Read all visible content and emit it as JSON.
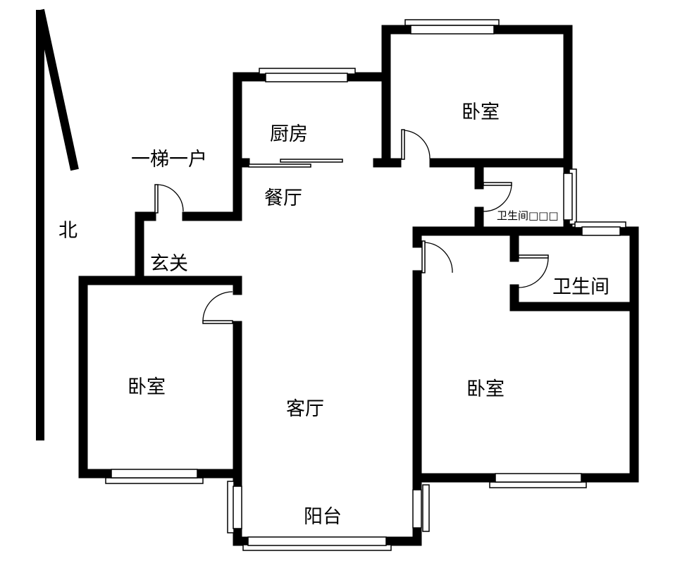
{
  "north_label": "北",
  "building_type": "一梯一户",
  "rooms": {
    "kitchen": "厨房",
    "dining": "餐厅",
    "entry": "玄关",
    "living": "客厅",
    "balcony": "阳台",
    "bedroom_north": "卧室",
    "bedroom_west": "卧室",
    "bedroom_east": "卧室",
    "bathroom_main": "卫生间",
    "bathroom_small": "卫生间□□□"
  }
}
